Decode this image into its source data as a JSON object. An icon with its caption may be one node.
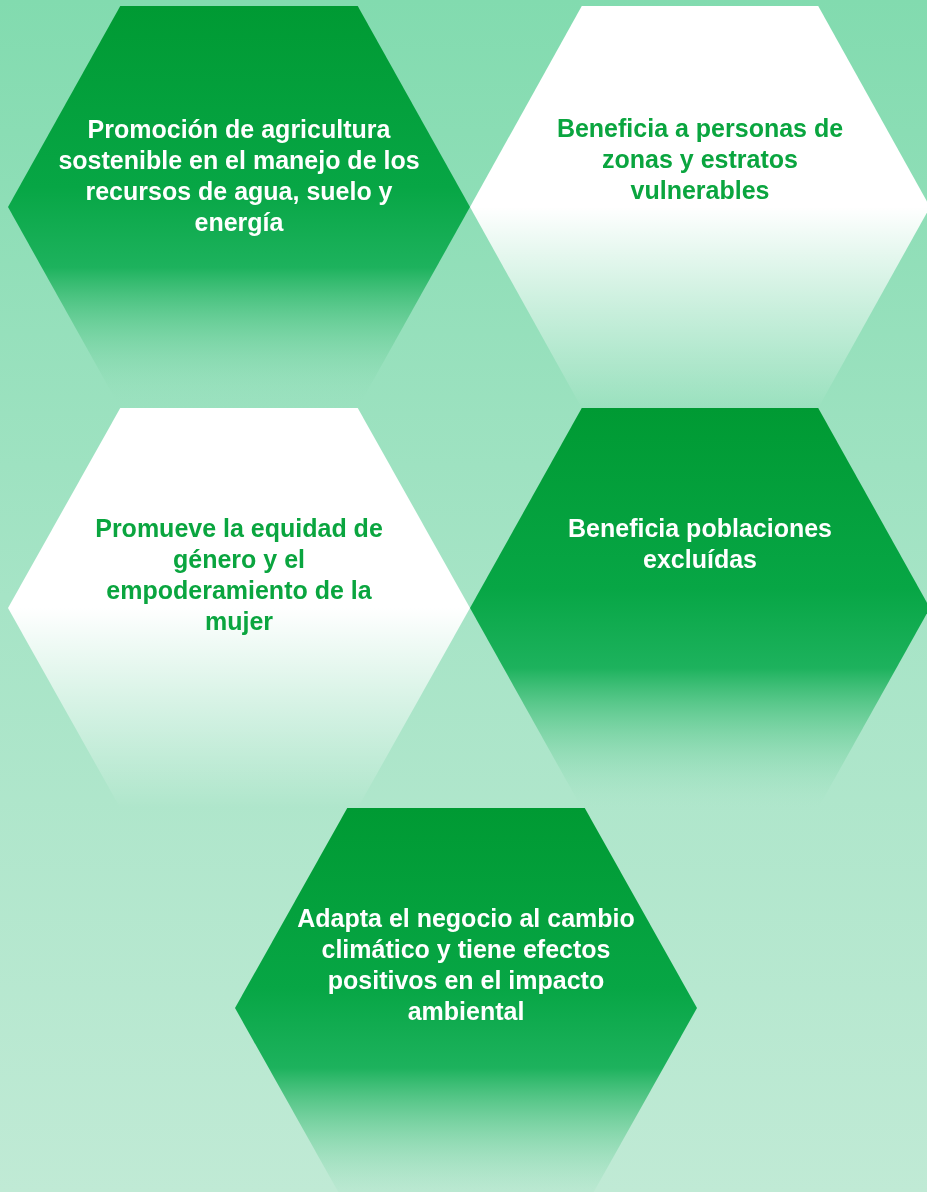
{
  "diagram": {
    "nodes": [
      {
        "text": [
          "Promoción de agricultura sostenible en el manejo de los recursos de agua, suelo y energía"
        ]
      },
      {
        "text": [
          "Beneficia a personas de zonas y estratos vulnerables"
        ]
      },
      {
        "text": [
          "Promueve la equidad de género y el empoderamiento de la mujer"
        ]
      },
      {
        "text": [
          "Beneficia poblaciones excluídas"
        ]
      },
      {
        "text": [
          "Adapta el negocio al cambio climático y tiene efectos positivos en el impacto ambiental"
        ]
      }
    ]
  }
}
